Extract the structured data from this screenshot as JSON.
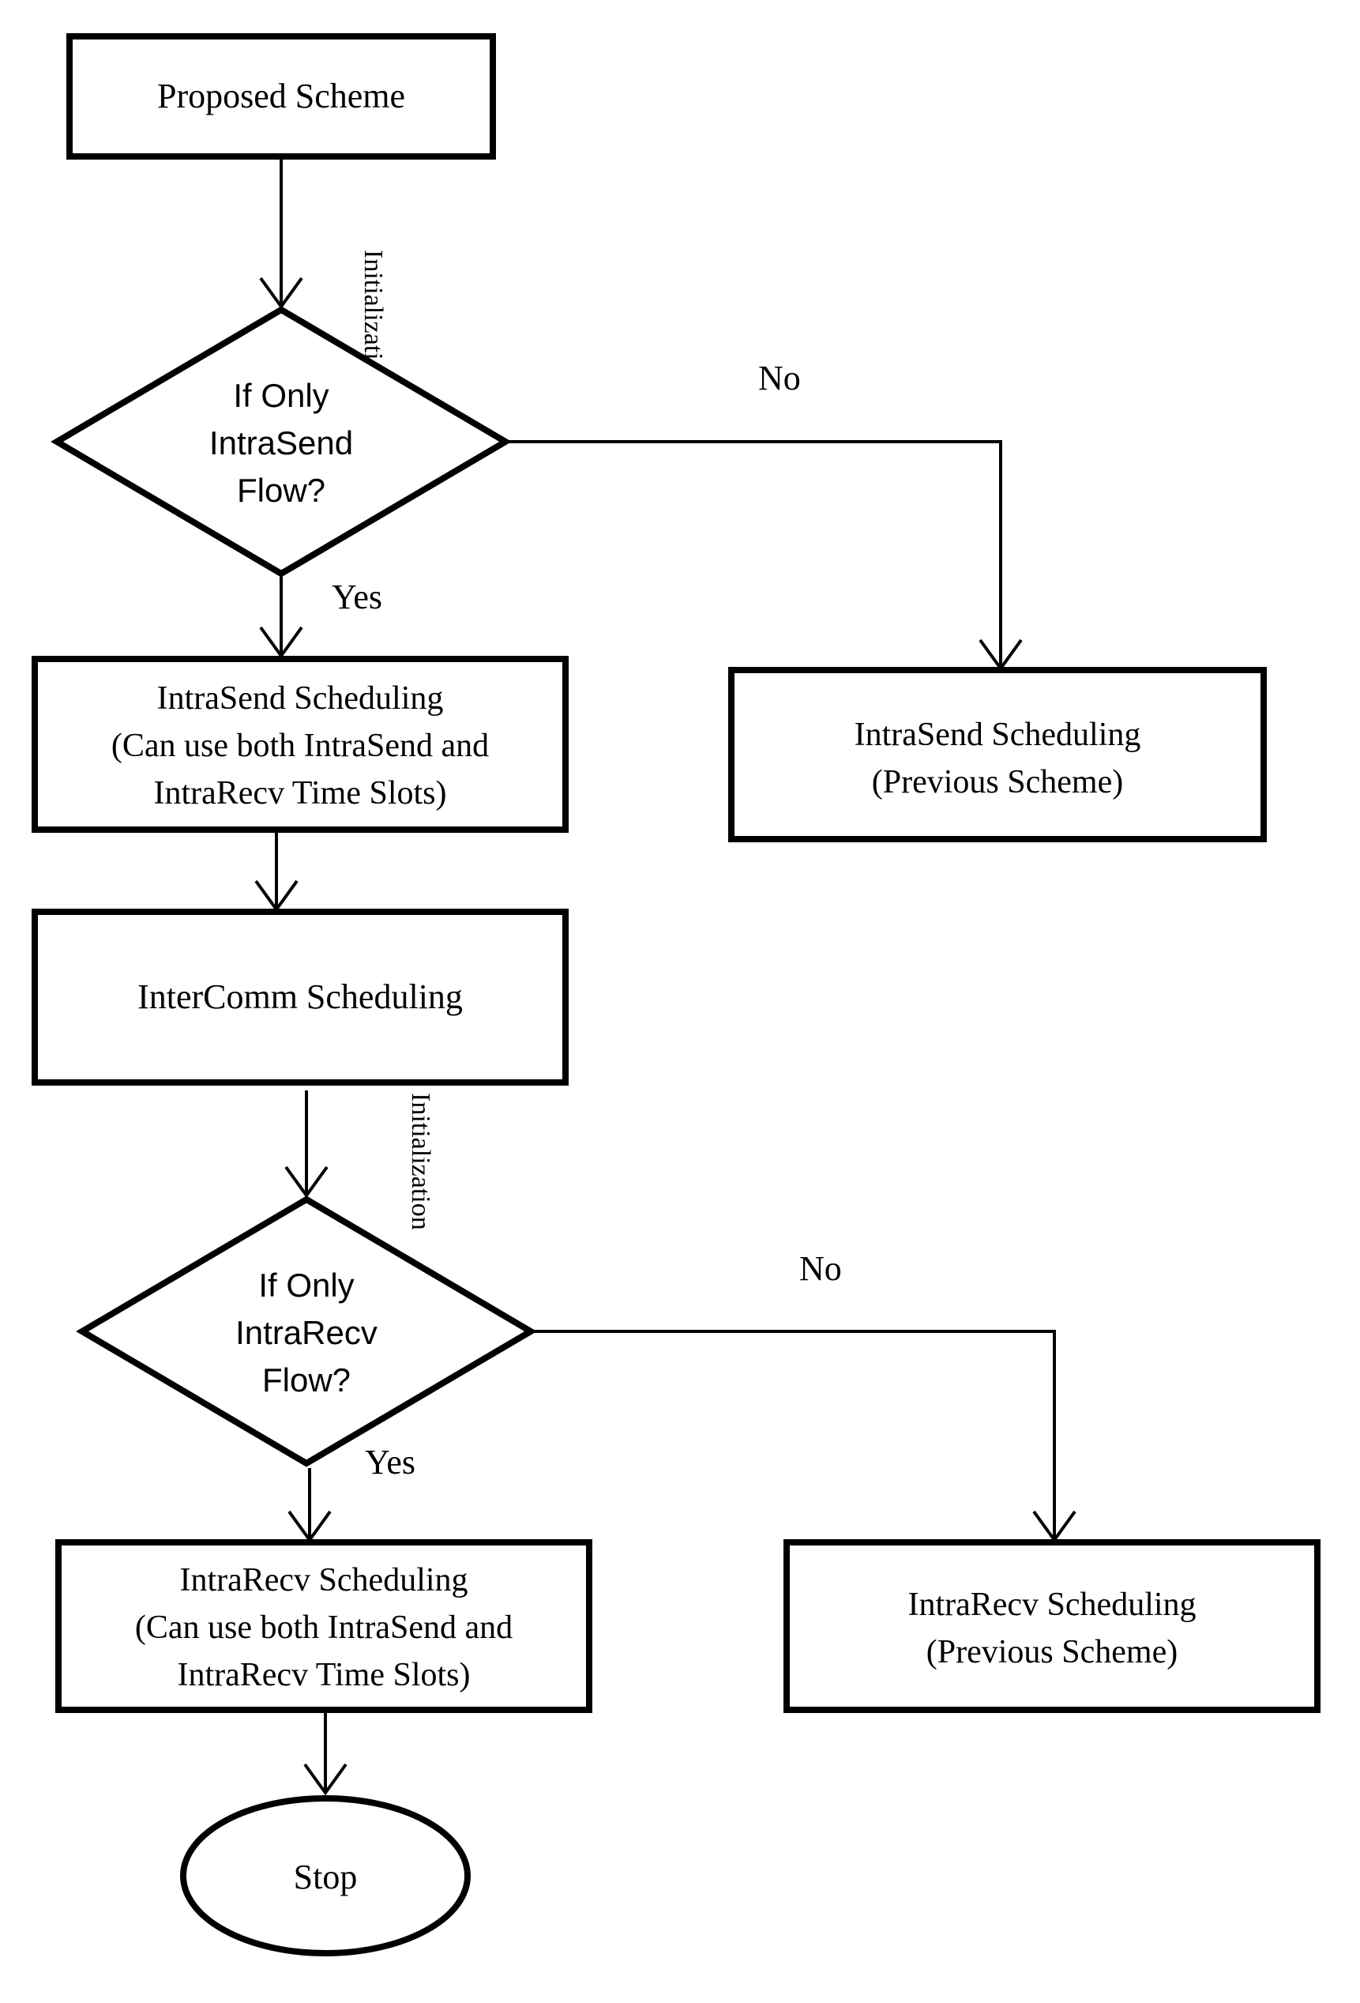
{
  "nodes": {
    "proposed_scheme": {
      "lines": [
        "Proposed Scheme"
      ]
    },
    "decision_intrasend": {
      "lines": [
        "If Only",
        "IntraSend",
        "Flow?"
      ]
    },
    "intrasend_new": {
      "lines": [
        "IntraSend  Scheduling",
        "(Can use both IntraSend  and",
        "IntraRecv  Time Slots)"
      ]
    },
    "intrasend_prev": {
      "lines": [
        "IntraSend  Scheduling",
        "(Previous Scheme)"
      ]
    },
    "intercomm": {
      "lines": [
        "InterComm Scheduling"
      ]
    },
    "decision_intrarecv": {
      "lines": [
        "If Only",
        "IntraRecv",
        "Flow?"
      ]
    },
    "intrarecv_new": {
      "lines": [
        "IntraRecv  Scheduling",
        "(Can use both IntraSend  and",
        "IntraRecv  Time Slots)"
      ]
    },
    "intrarecv_prev": {
      "lines": [
        "IntraRecv  Scheduling",
        "(Previous Scheme)"
      ]
    },
    "stop": {
      "lines": [
        "Stop"
      ]
    }
  },
  "edges": {
    "init_1": "Initialization",
    "no_1": "No",
    "yes_1": "Yes",
    "init_2": "Initialization",
    "no_2": "No",
    "yes_2": "Yes"
  }
}
